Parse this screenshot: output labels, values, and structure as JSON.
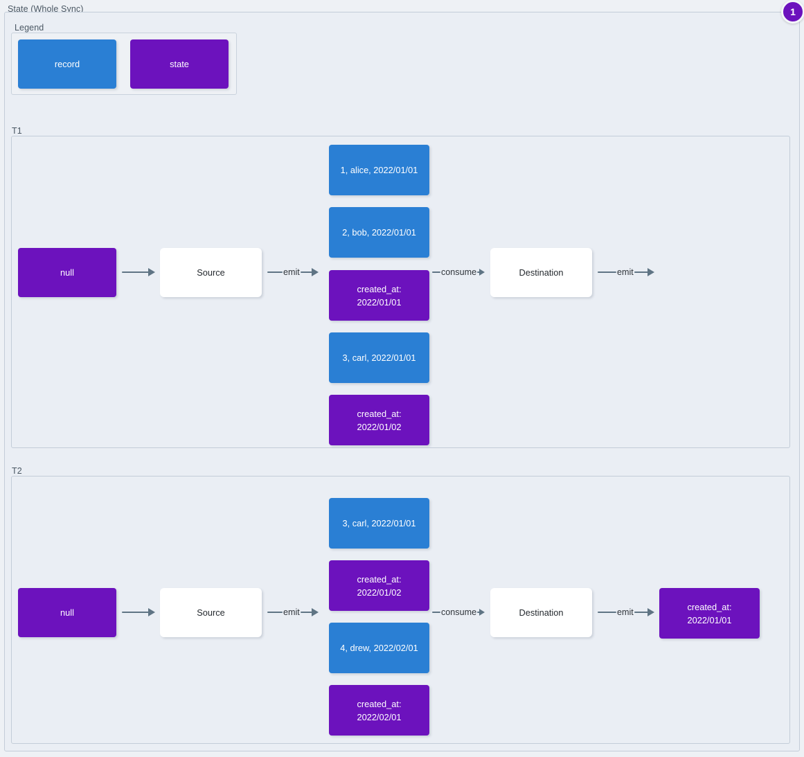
{
  "diagram": {
    "title": "State (Whole Sync)",
    "badge": "1",
    "colors": {
      "record": "#2a7fd4",
      "state": "#6c12bd",
      "process": "#ffffff",
      "edge": "#5f7484",
      "canvas": "#eaeef4"
    }
  },
  "legend": {
    "title": "Legend",
    "items": [
      {
        "label": "record",
        "type": "record"
      },
      {
        "label": "state",
        "type": "state"
      }
    ]
  },
  "sections": [
    {
      "label": "T1",
      "nodes": {
        "input_state": "null",
        "source": "Source",
        "destination": "Destination",
        "output_state": ""
      },
      "edges": {
        "state_to_source": "",
        "source_emit": "emit",
        "consume": "consume",
        "dest_emit": "emit"
      },
      "stream": [
        {
          "type": "record",
          "label": "1, alice, 2022/01/01"
        },
        {
          "type": "record",
          "label": "2, bob, 2022/01/01"
        },
        {
          "type": "state",
          "label": "created_at:\n2022/01/01"
        },
        {
          "type": "record",
          "label": "3, carl, 2022/01/01"
        },
        {
          "type": "state",
          "label": "created_at:\n2022/01/02"
        }
      ]
    },
    {
      "label": "T2",
      "nodes": {
        "input_state": "null",
        "source": "Source",
        "destination": "Destination",
        "output_state": "created_at:\n2022/01/01"
      },
      "edges": {
        "state_to_source": "",
        "source_emit": "emit",
        "consume": "consume",
        "dest_emit": "emit"
      },
      "stream": [
        {
          "type": "record",
          "label": "3, carl, 2022/01/01"
        },
        {
          "type": "state",
          "label": "created_at:\n2022/01/02"
        },
        {
          "type": "record",
          "label": "4, drew, 2022/02/01"
        },
        {
          "type": "state",
          "label": "created_at:\n2022/02/01"
        }
      ]
    }
  ]
}
